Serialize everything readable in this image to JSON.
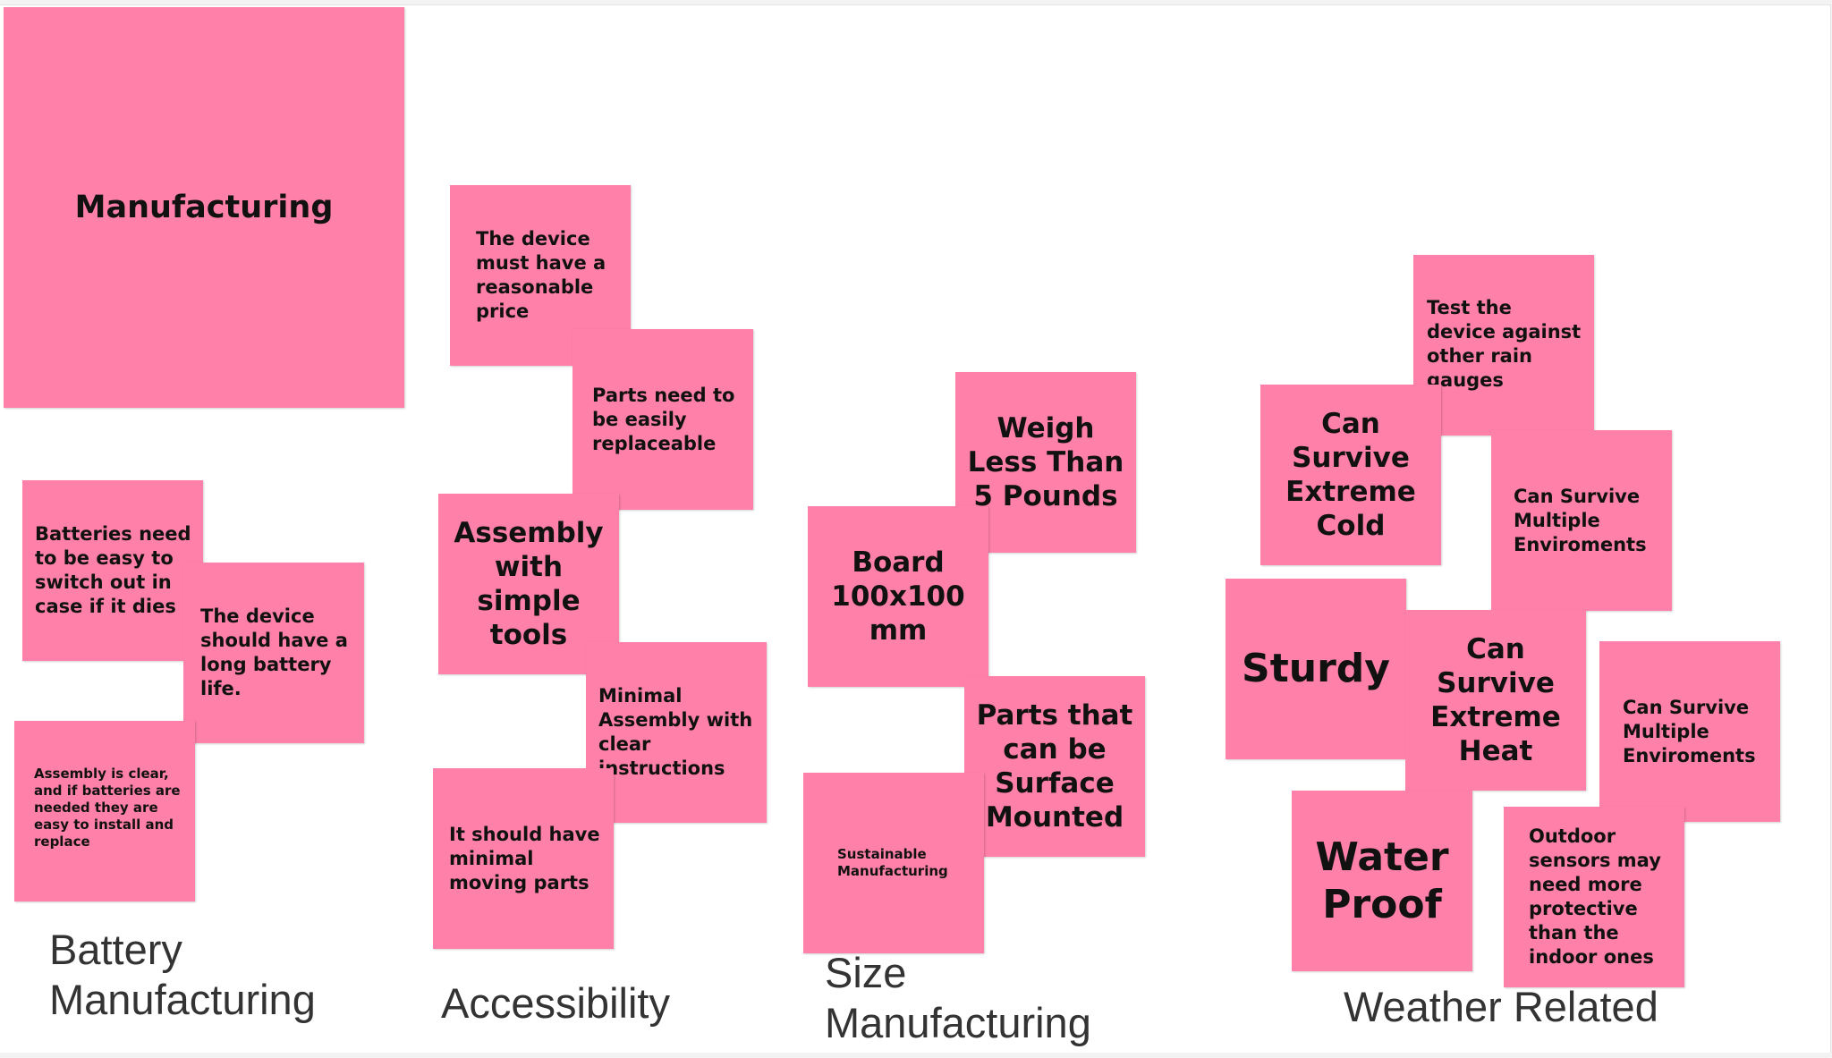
{
  "notes": {
    "manufacturing": "Manufacturing",
    "batteries_easy_switch": "Batteries need\nto be easy to\nswitch out in\ncase if it dies",
    "long_battery_life": "The device\nshould have a\nlong battery\nlife.",
    "assembly_clear_batteries": "Assembly is clear,\nand if batteries are\nneeded they are\neasy to install and\nreplace",
    "reasonable_price": "The device\nmust have a\nreasonable\nprice",
    "parts_replaceable": "Parts need to\nbe easily\nreplaceable",
    "assembly_simple_tools": "Assembly\nwith\nsimple\ntools",
    "minimal_assembly": "Minimal\nAssembly with\nclear\ninstructions",
    "minimal_moving_parts": "It should have\nminimal\nmoving parts",
    "weigh_less": "Weigh\nLess Than\n5 Pounds",
    "board_size": "Board\n100x100\nmm",
    "surface_mounted": "Parts that\ncan be\nSurface\nMounted",
    "sustainable": "Sustainable\nManufacturing",
    "test_rain_gauges": "Test the\ndevice against\nother rain\ngauges",
    "extreme_cold": "Can\nSurvive\nExtreme\nCold",
    "multiple_env_1": "Can Survive\nMultiple\nEnviroments",
    "sturdy": "Sturdy",
    "extreme_heat": "Can\nSurvive\nExtreme\nHeat",
    "multiple_env_2": "Can Survive\nMultiple\nEnviroments",
    "water_proof": "Water\nProof",
    "outdoor_sensors": "Outdoor\nsensors may\nneed more\nprotective\nthan the\nindoor ones"
  },
  "labels": {
    "battery_manufacturing": "Battery\nManufacturing",
    "accessibility": "Accessibility",
    "size_manufacturing": "Size\nManufacturing",
    "weather_related": "Weather Related"
  },
  "colors": {
    "sticky_note": "#ff80a9",
    "canvas": "#ffffff"
  }
}
